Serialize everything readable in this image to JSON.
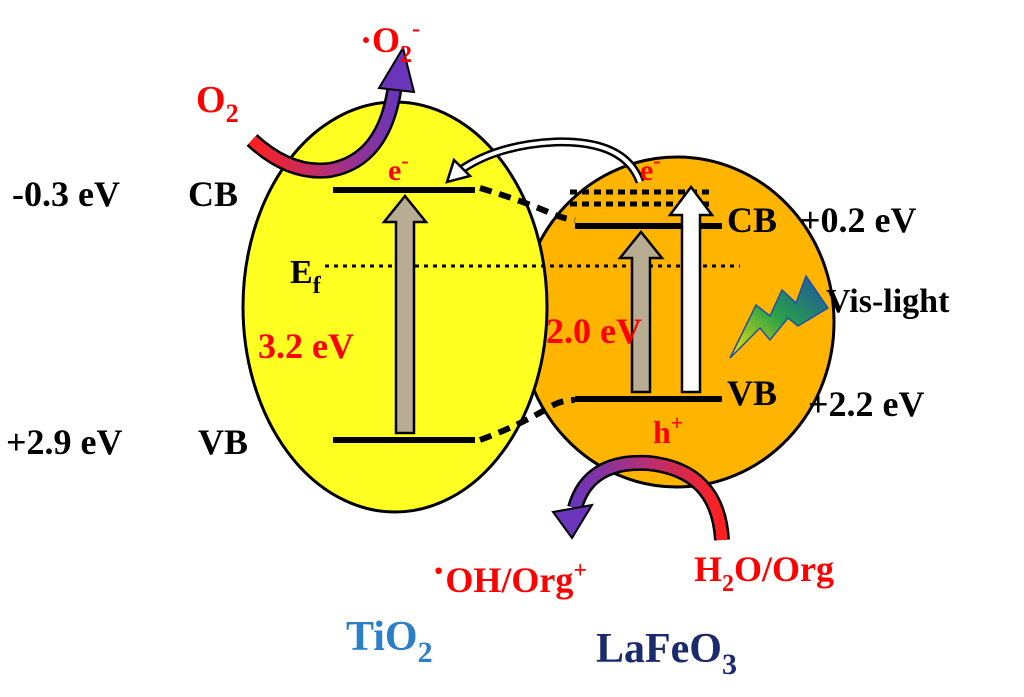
{
  "tio2": {
    "cb_energy": "-0.3 eV",
    "cb_label": "CB",
    "vb_energy": "+2.9 eV",
    "vb_label": "VB",
    "band_gap": "3.2 eV",
    "fermi_main": "E",
    "fermi_sub": "f",
    "name_main": "TiO",
    "name_sub": "2"
  },
  "lafeo3": {
    "cb_label": "CB",
    "cb_energy": "+0.2 eV",
    "vb_label": "VB",
    "vb_energy": "+2.2 eV",
    "band_gap": "2.0 eV",
    "name_main": "LaFeO",
    "name_sub": "3"
  },
  "species": {
    "electron_main": "e",
    "electron_sup": "-",
    "hole_main": "h",
    "hole_sup": "+",
    "oxygen_main": "O",
    "oxygen_sub": "2",
    "superoxide_dot": "·",
    "superoxide_main": "O",
    "superoxide_sub": "2",
    "superoxide_sup": "-",
    "hydroxyl_dot": "·",
    "hydroxyl_main": "OH/Org",
    "hydroxyl_sup": "+",
    "water_main": "H",
    "water_sub": "2",
    "water_rest": "O/Org"
  },
  "light": {
    "label": "Vis-light"
  },
  "colors": {
    "tio2_fill": "#ffff22",
    "lafeo3_fill": "#ffb400",
    "red_text": "#ff0000",
    "tio2_name": "#2a7fc8",
    "lafeo3_name": "#1a2a6a",
    "band_arrow": "#b8ad92",
    "curved_arrow": "#7a3fb0"
  }
}
